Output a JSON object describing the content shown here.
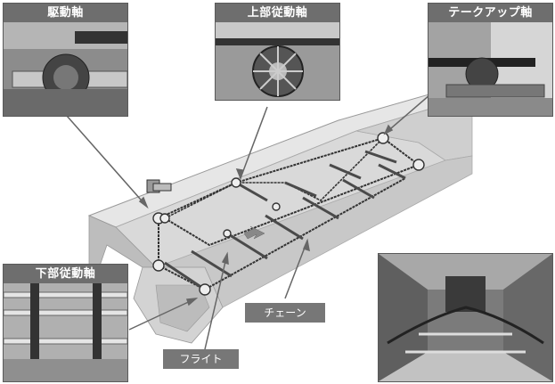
{
  "panels": {
    "drive": {
      "title": "駆動軸"
    },
    "upper_driven": {
      "title": "上部従動軸"
    },
    "takeup": {
      "title": "テークアップ軸"
    },
    "lower_driven": {
      "title": "下部従動軸"
    }
  },
  "labels": {
    "chain": "チェーン",
    "flight": "フライト"
  }
}
